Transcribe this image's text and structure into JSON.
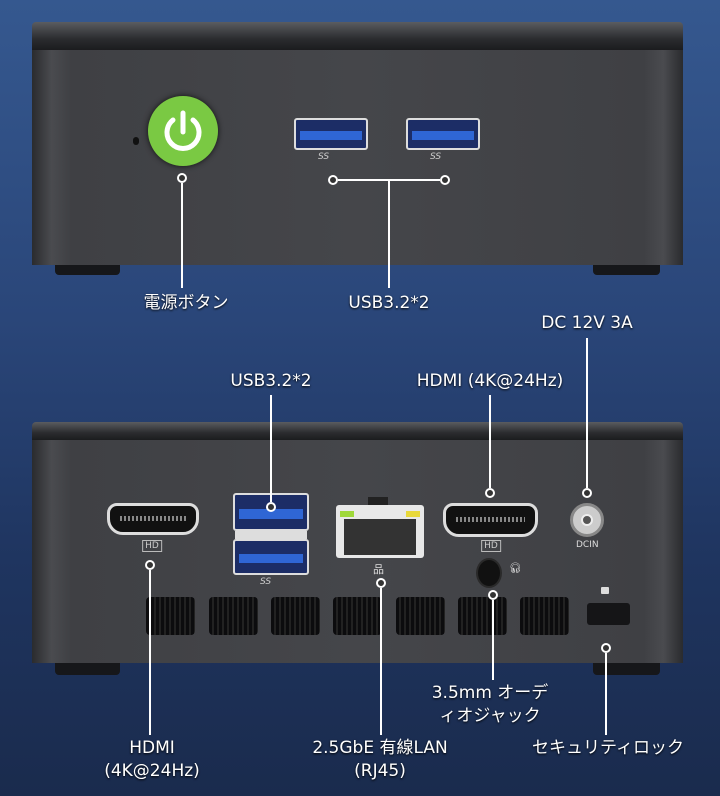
{
  "front": {
    "power_label": "電源ボタン",
    "usb_label": "USB3.2*2",
    "usb_port_mark": "SS"
  },
  "rear": {
    "usb_label": "USB3.2*2",
    "usb_port_mark": "SS",
    "hdmi_right_label": "HDMI (4K@24Hz)",
    "dc_label": "DC 12V 3A",
    "dcin_mark": "DCIN",
    "hdmi_mark": "HD",
    "hdmi_left_label_1": "HDMI",
    "hdmi_left_label_2": "(4K@24Hz)",
    "lan_label_1": "2.5GbE 有線LAN",
    "lan_label_2": "(RJ45)",
    "audio_label_1": "3.5mm オーデ",
    "audio_label_2": "ィオジャック",
    "lock_label": "セキュリティロック"
  },
  "colors": {
    "power_green": "#7ac943",
    "usb_blue": "#2f66d4"
  }
}
